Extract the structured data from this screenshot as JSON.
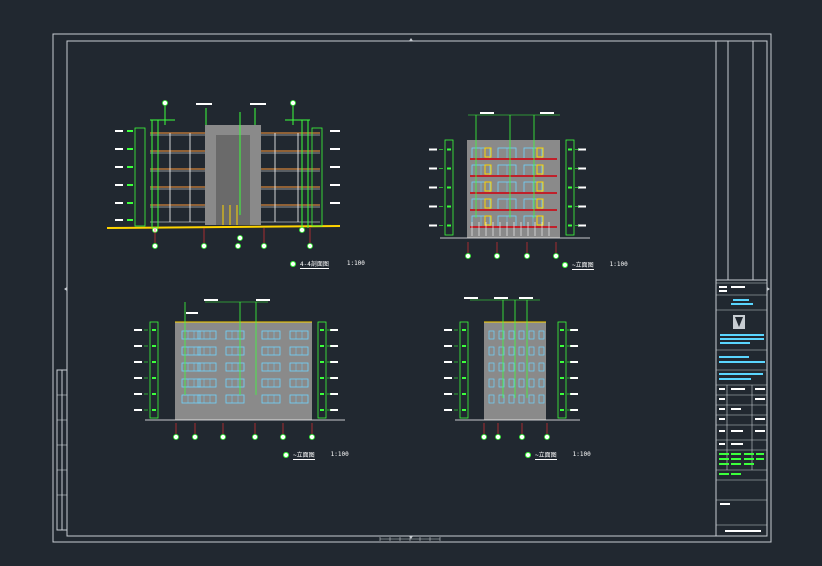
{
  "drawing": {
    "view_labels": [
      {
        "id": "section",
        "title": "4-4剖面图",
        "scale": "1:100"
      },
      {
        "id": "elev-b",
        "title": "~立面图",
        "scale": "1:100"
      },
      {
        "id": "elev-c",
        "title": "~立面图",
        "scale": "1:100"
      },
      {
        "id": "elev-d",
        "title": "~立面图",
        "scale": "1:100"
      }
    ],
    "colors": {
      "background": "#212830",
      "frame": "#c8cdd2",
      "wall": "#8a8a8a",
      "dimension": "#3cff3c",
      "ground": "#ffd400",
      "accent": "#ff3030",
      "window": "#6fd4ff"
    }
  },
  "title_block": {
    "rows": [
      "",
      "",
      "",
      "",
      "",
      "",
      "",
      "",
      "",
      "",
      "",
      ""
    ]
  }
}
